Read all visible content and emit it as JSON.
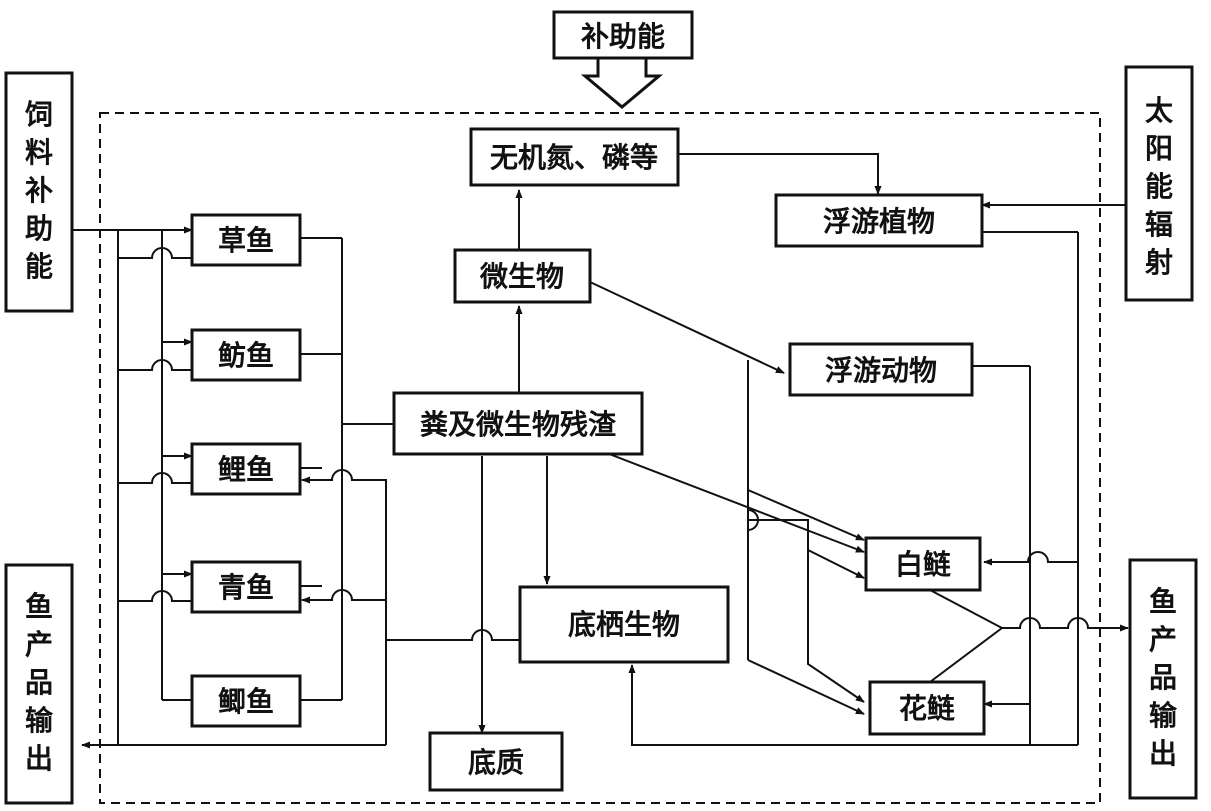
{
  "nodes": {
    "supplement_energy": "补助能",
    "feed_supplement": "饲料补助能",
    "solar_radiation": "太阳能辐射",
    "inorganic_np": "无机氮、磷等",
    "phytoplankton": "浮游植物",
    "microbes": "微生物",
    "zooplankton": "浮游动物",
    "feces_residue": "粪及微生物残渣",
    "grass_carp": "草鱼",
    "bream": "鲂鱼",
    "common_carp": "鲤鱼",
    "black_carp": "青鱼",
    "crucian_carp": "鲫鱼",
    "benthos": "底栖生物",
    "substrate": "底质",
    "silver_carp": "白鲢",
    "bighead_carp": "花鲢",
    "fish_output_left": "鱼产品输出",
    "fish_output_right": "鱼产品输出"
  },
  "colors": {
    "ink": "#111111",
    "background": "#ffffff"
  }
}
